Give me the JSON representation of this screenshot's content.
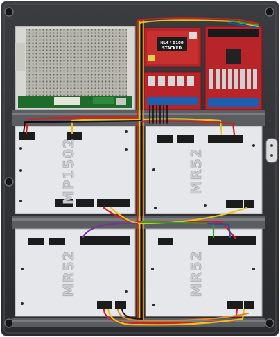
{
  "photo": {
    "boards": {
      "mp1502": "MP1502",
      "mr52_top_right": "MR52",
      "mr52_bottom_left": "MR52",
      "mr52_bottom_right": "MR52"
    },
    "stacked_module": {
      "line1": "NL4 / B100",
      "line2": "STACKED"
    }
  }
}
